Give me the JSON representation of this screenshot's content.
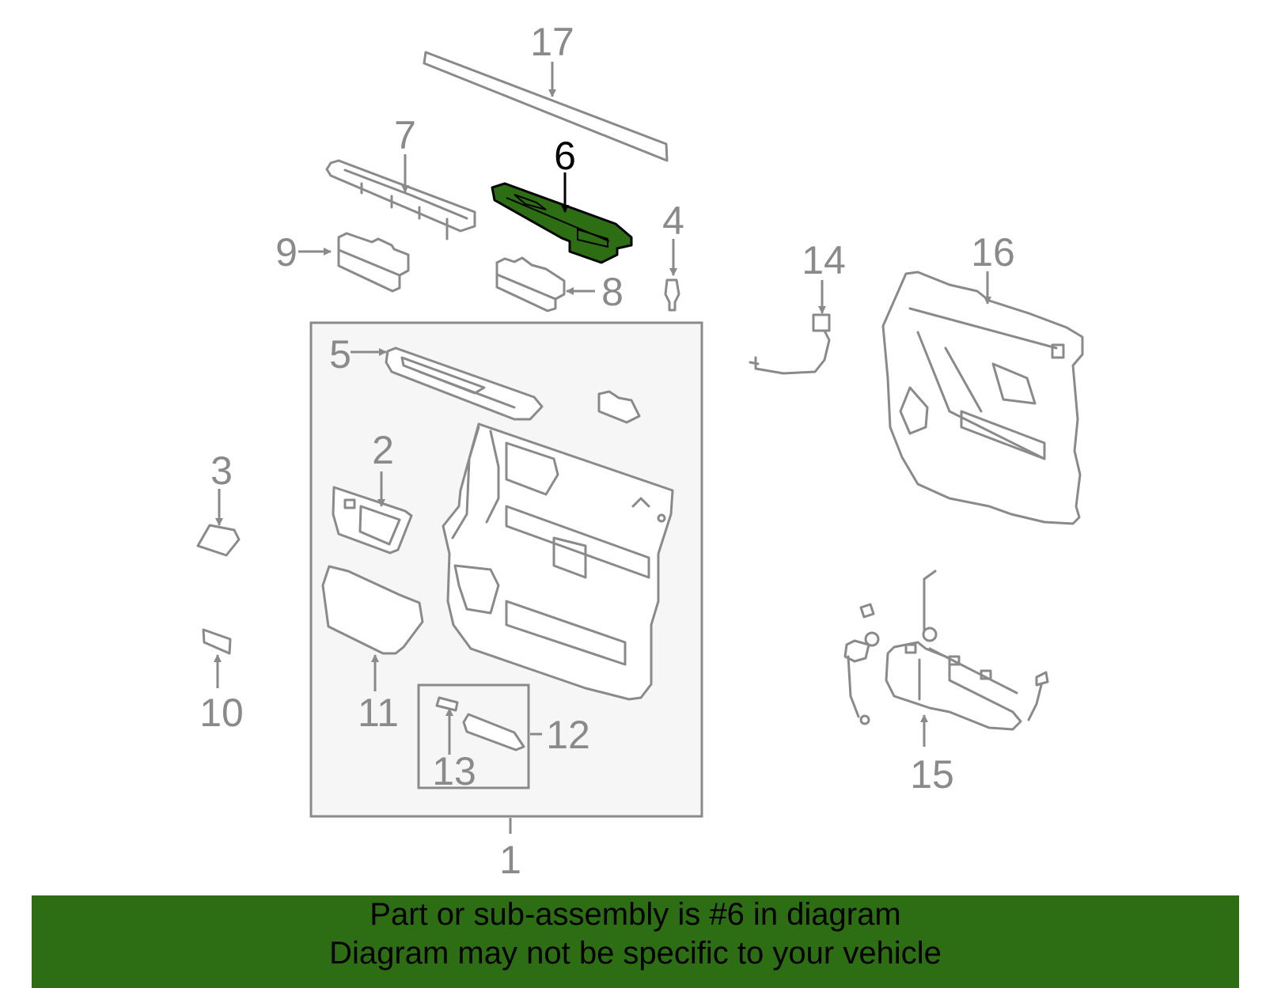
{
  "diagram": {
    "highlighted_part": "6",
    "highlight_color": "#2d6e14",
    "line_color": "#8a8a8a",
    "labels": {
      "p1": "1",
      "p2": "2",
      "p3": "3",
      "p4": "4",
      "p5": "5",
      "p6": "6",
      "p7": "7",
      "p8": "8",
      "p9": "9",
      "p10": "10",
      "p11": "11",
      "p12": "12",
      "p13": "13",
      "p14": "14",
      "p15": "15",
      "p16": "16",
      "p17": "17"
    }
  },
  "banner": {
    "line1": "Part or sub-assembly is #6 in diagram",
    "line2": "Diagram may not be specific to your vehicle",
    "background": "#2d6e14"
  }
}
